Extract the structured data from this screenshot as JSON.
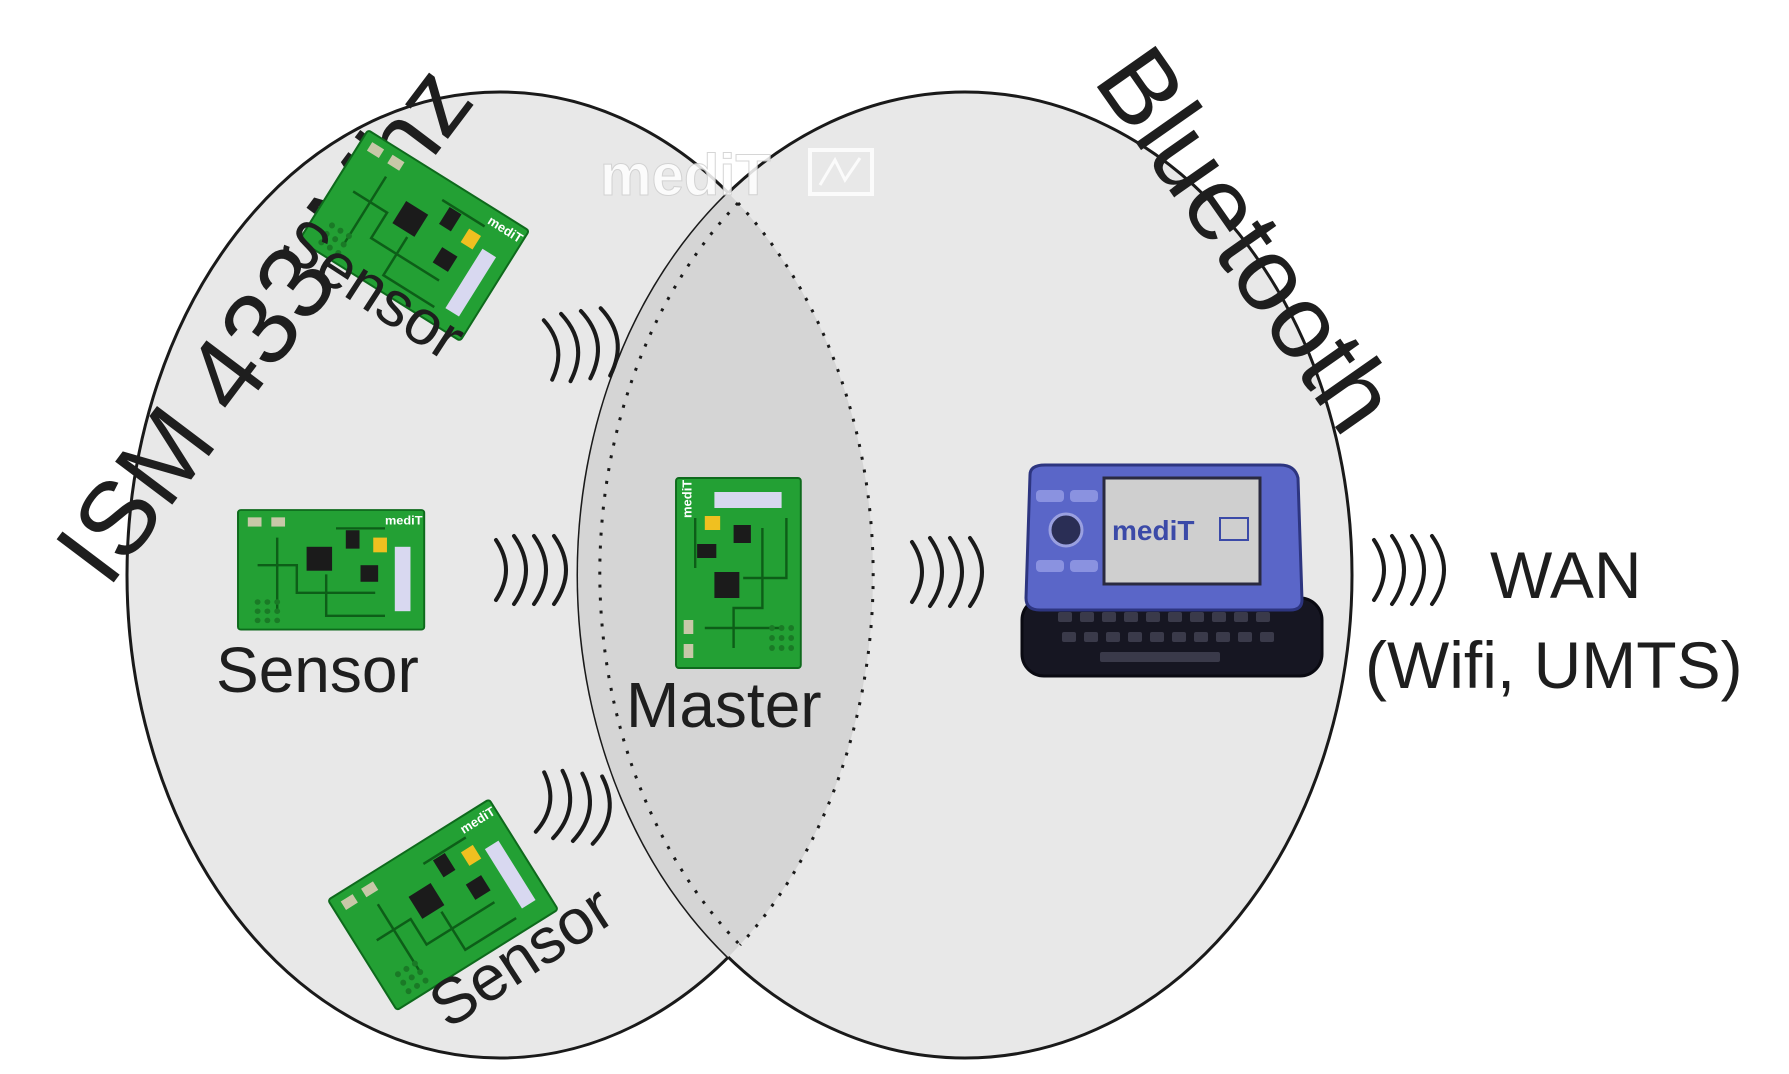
{
  "title_left": "ISM 433 Mhz",
  "title_right": "Bluetooth",
  "watermark": "mediT",
  "nodes": {
    "sensor_top": "Sensor",
    "sensor_middle": "Sensor",
    "sensor_bottom": "Sensor",
    "master": "Master"
  },
  "wan": {
    "line1": "WAN",
    "line2": "(Wifi, UMTS)"
  },
  "phone_screen_brand": "mediT",
  "colors": {
    "circle_fill": "#e8e8e8",
    "overlap_fill": "#d5d5d5",
    "pcb_green": "#23a034",
    "phone_blue": "#5a66c8"
  },
  "icons": [
    "pcb-board-icon",
    "phone-icon",
    "wireless-wave-icon"
  ]
}
